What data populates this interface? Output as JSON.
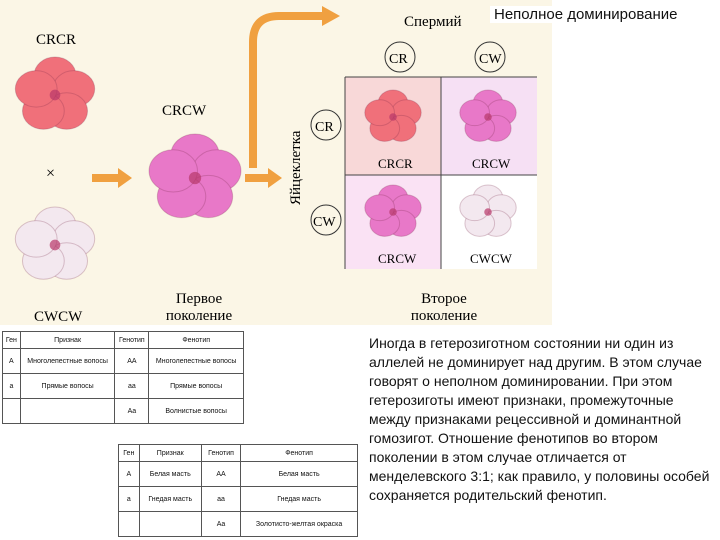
{
  "title": "Неполное доминирование",
  "diagram": {
    "parent_top_label": "CRCR",
    "parent_bottom_label": "CWCW",
    "cross_sign": "×",
    "f1_label": "CRCW",
    "first_generation_line1": "Первое",
    "first_generation_line2": "поколение",
    "sperm_label": "Спермий",
    "egg_label": "Яйцеклетка",
    "sperm_alleles": [
      "CR",
      "CW"
    ],
    "egg_alleles": [
      "CR",
      "CW"
    ],
    "punnett_cells": [
      "CRCR",
      "CRCW",
      "CRCW",
      "CWCW"
    ],
    "second_generation_line1": "Второе",
    "second_generation_line2": "поколение"
  },
  "description": "Иногда в гетерозиготном состоянии ни один из аллелей не доминирует над другим. В этом случае говорят о неполном доминировании. При этом гетерозиготы имеют признаки, промежуточные между признаками рецессивной и доминантной гомозигот. Отношение фенотипов во втором поколении в этом случае отличается от менделевского 3:1; как правило, у половины особей сохраняется родительский фенотип.",
  "table1": {
    "headers": [
      "Ген",
      "Признак",
      "Генотип",
      "Фенотип"
    ],
    "rows": [
      [
        "A",
        "Многолепестные вопосы",
        "AA",
        "Многолепестные вопосы"
      ],
      [
        "a",
        "Прямые вопосы",
        "aa",
        "Прямые вопосы"
      ],
      [
        "",
        "",
        "Aa",
        "Волнистые вопосы"
      ]
    ]
  },
  "table2": {
    "headers": [
      "Ген",
      "Признак",
      "Генотип",
      "Фенотип"
    ],
    "rows": [
      [
        "A",
        "Белая масть",
        "AA",
        "Белая масть"
      ],
      [
        "a",
        "Гнедая масть",
        "aa",
        "Гнедая масть"
      ],
      [
        "",
        "",
        "Aa",
        "Золотисто-желтая окраска"
      ]
    ]
  },
  "colors": {
    "panel_bg": "#fbf6e6",
    "arrow": "#f0a040",
    "red_flower": "#f0707a",
    "pink_flower": "#e878c8",
    "white_flower": "#f3e8ef",
    "cell_rr": "#f8d8d8",
    "cell_rw_top": "#f6e0f4",
    "cell_rw_bottom": "#fae2f4",
    "cell_ww": "#ffffff"
  }
}
